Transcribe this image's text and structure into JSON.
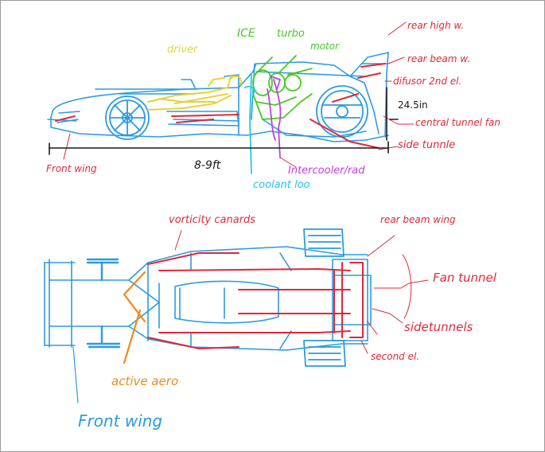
{
  "colors": {
    "blue": "#2a9be0",
    "red": "#e0283a",
    "yellow": "#e6d23a",
    "green": "#44cc22",
    "purple": "#c040e0",
    "orange": "#f08a18",
    "cyan": "#28c4e8",
    "black": "#1a1a1a"
  },
  "side_view": {
    "labels": {
      "driver": "driver",
      "ice": "ICE",
      "turbo": "turbo",
      "motor": "motor",
      "rear_high_wing": "rear high w.",
      "rear_beam_wing": "rear beam w.",
      "diffuser": "difusor 2nd el.",
      "height": "24.5in",
      "central_tunnel_fan": "central tunnel fan",
      "side_tunnel": "side tunnle",
      "front_wing": "Front wing",
      "length": "8-9ft",
      "intercooler": "Intercooler/rad",
      "coolant_loop": "coolant loo"
    }
  },
  "top_view": {
    "labels": {
      "vorticity_canards": "vorticity canards",
      "rear_beam_wing": "rear beam wing",
      "fan_tunnel": "Fan tunnel",
      "side_tunnels": "sidetunnels",
      "second_el": "second el.",
      "active_aero": "active aero",
      "front_wing": "Front wing"
    }
  }
}
